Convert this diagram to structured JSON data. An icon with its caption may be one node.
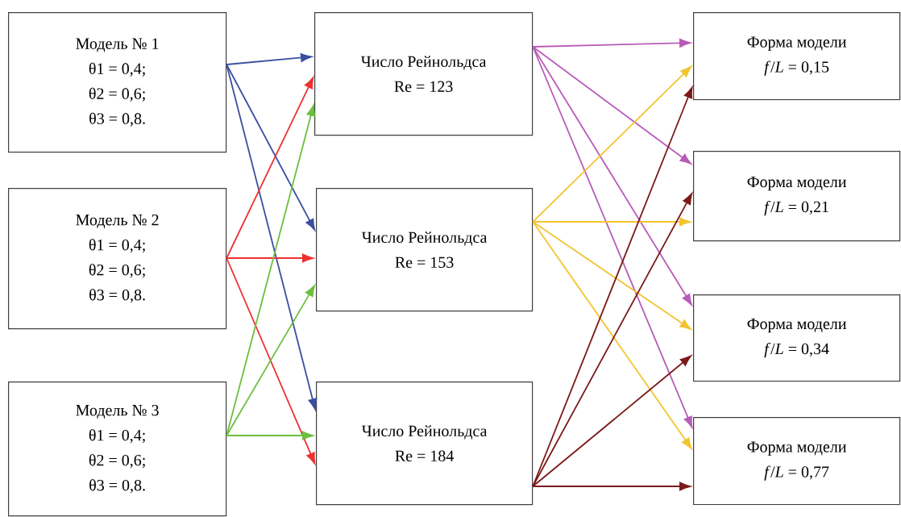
{
  "diagram": {
    "nodes": [
      {
        "text": [
          "Модель № 1",
          "θ1 = 0,4;",
          "θ2 = 0,6;",
          "θ3 = 0,8."
        ]
      },
      {
        "text": [
          "Модель № 2",
          "θ1 = 0,4;",
          "θ2 = 0,6;",
          "θ3 = 0,8."
        ]
      },
      {
        "text": [
          "Модель № 3",
          "θ1 = 0,4;",
          "θ2 = 0,6;",
          "θ3 = 0,8."
        ]
      },
      {
        "text": [
          "Число Рейнольдса",
          "Re = 123"
        ]
      },
      {
        "text": [
          "Число Рейнольдса",
          "Re = 153"
        ]
      },
      {
        "text": [
          "Число Рейнольдса",
          "Re = 184"
        ]
      },
      {
        "text": [
          "Форма модели",
          "*f*/*L* = 0,15"
        ]
      },
      {
        "text": [
          "Форма модели",
          "*f*/*L* = 0,21"
        ]
      },
      {
        "text": [
          "Форма модели",
          "*f*/*L* = 0,34"
        ]
      },
      {
        "text": [
          "Форма модели",
          "*f*/*L* = 0,77"
        ]
      }
    ],
    "edges": [
      {
        "from": 0,
        "to": 3,
        "arrow": "to",
        "color": "#3a4fa0"
      },
      {
        "from": 0,
        "to": 4,
        "arrow": "to",
        "color": "#3a4fa0"
      },
      {
        "from": 0,
        "to": 5,
        "arrow": "to",
        "color": "#3a4fa0"
      },
      {
        "from": 1,
        "to": 3,
        "arrow": "to",
        "color": "#ee3030"
      },
      {
        "from": 1,
        "to": 4,
        "arrow": "to",
        "color": "#ee3030"
      },
      {
        "from": 1,
        "to": 5,
        "arrow": "to",
        "color": "#ee3030"
      },
      {
        "from": 2,
        "to": 3,
        "arrow": "to",
        "color": "#6cbf3f"
      },
      {
        "from": 2,
        "to": 4,
        "arrow": "to",
        "color": "#6cbf3f"
      },
      {
        "from": 2,
        "to": 5,
        "arrow": "to",
        "color": "#6cbf3f"
      },
      {
        "from": 3,
        "to": 6,
        "arrow": "to",
        "color": "#b85cb8"
      },
      {
        "from": 3,
        "to": 7,
        "arrow": "to",
        "color": "#b85cb8"
      },
      {
        "from": 3,
        "to": 8,
        "arrow": "to",
        "color": "#b85cb8"
      },
      {
        "from": 3,
        "to": 9,
        "arrow": "to",
        "color": "#b85cb8"
      },
      {
        "from": 4,
        "to": 6,
        "arrow": "to",
        "color": "#f2c431"
      },
      {
        "from": 4,
        "to": 7,
        "arrow": "to",
        "color": "#f2c431"
      },
      {
        "from": 4,
        "to": 8,
        "arrow": "to",
        "color": "#f2c431"
      },
      {
        "from": 4,
        "to": 9,
        "arrow": "to",
        "color": "#f2c431"
      },
      {
        "from": 5,
        "to": 6,
        "arrow": "to",
        "color": "#7b1a1a"
      },
      {
        "from": 5,
        "to": 7,
        "arrow": "to",
        "color": "#7b1a1a"
      },
      {
        "from": 5,
        "to": 8,
        "arrow": "to",
        "color": "#7b1a1a"
      },
      {
        "from": 5,
        "to": 9,
        "arrow": "to",
        "color": "#7b1a1a"
      }
    ]
  }
}
